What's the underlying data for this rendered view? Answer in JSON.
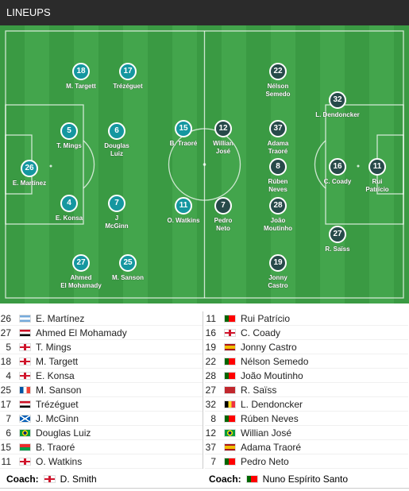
{
  "header": {
    "title": "LINEUPS"
  },
  "pitch": {
    "home": [
      {
        "number": "26",
        "name": "E. Martínez"
      },
      {
        "number": "5",
        "name": "T. Mings"
      },
      {
        "number": "4",
        "name": "E. Konsa"
      },
      {
        "number": "18",
        "name": "M. Targett"
      },
      {
        "number": "27",
        "name": "Ahmed\nEl Mohamady"
      },
      {
        "number": "6",
        "name": "Douglas\nLuiz"
      },
      {
        "number": "7",
        "name": "J\nMcGinn"
      },
      {
        "number": "17",
        "name": "Trézéguet"
      },
      {
        "number": "25",
        "name": "M. Sanson"
      },
      {
        "number": "15",
        "name": "B. Traoré"
      },
      {
        "number": "11",
        "name": "O. Watkins"
      }
    ],
    "away": [
      {
        "number": "12",
        "name": "Willian\nJosé"
      },
      {
        "number": "7",
        "name": "Pedro\nNeto"
      },
      {
        "number": "22",
        "name": "Nélson\nSemedo"
      },
      {
        "number": "37",
        "name": "Adama\nTraoré"
      },
      {
        "number": "8",
        "name": "Rúben\nNeves"
      },
      {
        "number": "28",
        "name": "João\nMoutinho"
      },
      {
        "number": "19",
        "name": "Jonny\nCastro"
      },
      {
        "number": "32",
        "name": "L. Dendoncker"
      },
      {
        "number": "16",
        "name": "C. Coady"
      },
      {
        "number": "27",
        "name": "R. Saïss"
      },
      {
        "number": "11",
        "name": "Rui\nPatrício"
      }
    ]
  },
  "home_list": [
    {
      "number": "26",
      "name": "E. Martínez",
      "flag": "arg"
    },
    {
      "number": "27",
      "name": "Ahmed El Mohamady",
      "flag": "egy"
    },
    {
      "number": "5",
      "name": "T. Mings",
      "flag": "eng"
    },
    {
      "number": "18",
      "name": "M. Targett",
      "flag": "eng"
    },
    {
      "number": "4",
      "name": "E. Konsa",
      "flag": "eng"
    },
    {
      "number": "25",
      "name": "M. Sanson",
      "flag": "fra"
    },
    {
      "number": "17",
      "name": "Trézéguet",
      "flag": "egy"
    },
    {
      "number": "7",
      "name": "J. McGinn",
      "flag": "sco"
    },
    {
      "number": "6",
      "name": "Douglas Luiz",
      "flag": "bra"
    },
    {
      "number": "15",
      "name": "B. Traoré",
      "flag": "bfa"
    },
    {
      "number": "11",
      "name": "O. Watkins",
      "flag": "eng"
    }
  ],
  "away_list": [
    {
      "number": "11",
      "name": "Rui Patrício",
      "flag": "por"
    },
    {
      "number": "16",
      "name": "C. Coady",
      "flag": "eng"
    },
    {
      "number": "19",
      "name": "Jonny Castro",
      "flag": "esp"
    },
    {
      "number": "22",
      "name": "Nélson Semedo",
      "flag": "por"
    },
    {
      "number": "28",
      "name": "João Moutinho",
      "flag": "por"
    },
    {
      "number": "27",
      "name": "R. Saïss",
      "flag": "mar"
    },
    {
      "number": "32",
      "name": "L. Dendoncker",
      "flag": "bel"
    },
    {
      "number": "8",
      "name": "Rúben Neves",
      "flag": "por"
    },
    {
      "number": "12",
      "name": "Willian José",
      "flag": "bra"
    },
    {
      "number": "37",
      "name": "Adama Traoré",
      "flag": "esp"
    },
    {
      "number": "7",
      "name": "Pedro Neto",
      "flag": "por"
    }
  ],
  "coaches": {
    "label": "Coach:",
    "home": {
      "name": "D. Smith",
      "flag": "eng"
    },
    "away": {
      "name": "Nuno Espírito Santo",
      "flag": "por"
    }
  },
  "colors": {
    "home_disc": "#1597a0",
    "away_disc": "#274a4a",
    "pitch": "#3a9a43"
  }
}
